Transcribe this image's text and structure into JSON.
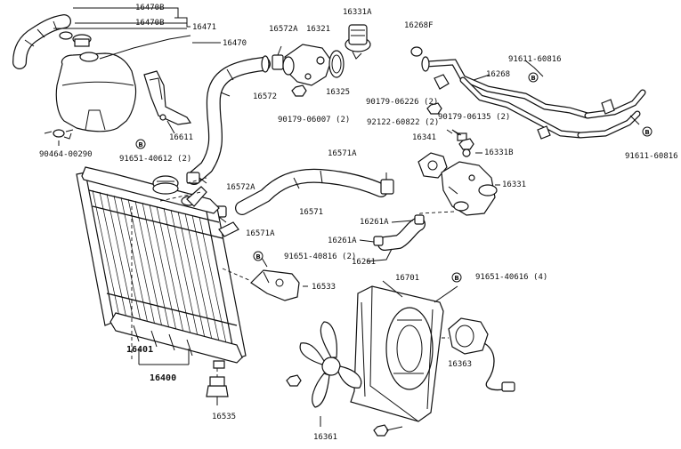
{
  "labels": {
    "p16470B_a": "16470B",
    "p16470B_b": "16470B",
    "p16471": "16471",
    "p16470": "16470",
    "p90464_00290": "90464-00290",
    "p91651_40612": "91651-40612 (2)",
    "p16611": "16611",
    "p16572A_top": "16572A",
    "p16321": "16321",
    "p16331A": "16331A",
    "p16572": "16572",
    "p16325": "16325",
    "p90179_06007": "90179-06007 (2)",
    "p16268F": "16268F",
    "p91611_60816_top": "91611-60816",
    "p16268": "16268",
    "p90179_06226": "90179-06226 (2)",
    "p92122_60822": "92122-60822 (2)",
    "p90179_06135": "90179-06135 (2)",
    "p16341": "16341",
    "p16331B": "16331B",
    "p91611_60816_right": "91611-60816",
    "p16571A_top": "16571A",
    "p16331": "16331",
    "p16572A_mid": "16572A",
    "p16571": "16571",
    "p16261A_a": "16261A",
    "p16571A_mid": "16571A",
    "p16261A_b": "16261A",
    "p16261": "16261",
    "p91651_40816": "91651-40816 (2)",
    "p16533": "16533",
    "p16701": "16701",
    "p91651_40616": "91651-40616 (4)",
    "p16363": "16363",
    "p16401": "16401",
    "p16400": "16400",
    "p16535": "16535",
    "p16361": "16361"
  },
  "bolt_marker": "B"
}
